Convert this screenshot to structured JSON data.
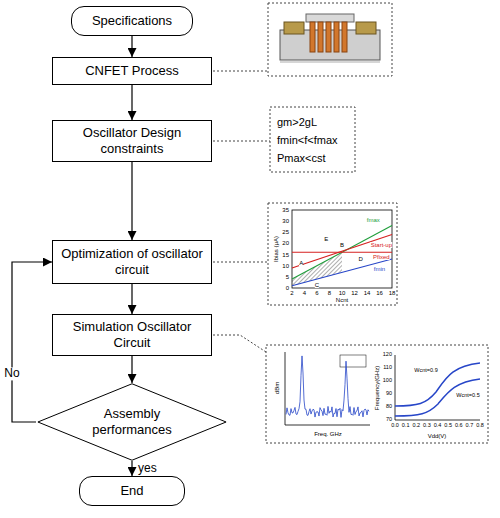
{
  "diagram": {
    "nodes": [
      {
        "text": [
          "Specifications"
        ]
      },
      {
        "text": [
          "CNFET Process"
        ]
      },
      {
        "text": [
          "Oscillator Design constraints"
        ]
      },
      {
        "text": [
          "Optimization of oscillator circuit"
        ]
      },
      {
        "text": [
          "Simulation Oscillator Circuit"
        ]
      },
      {
        "text": [
          "Assembly performances"
        ]
      },
      {
        "text": [
          "End"
        ]
      }
    ],
    "edges": [
      {
        "from": 0,
        "to": 1,
        "arrow": "to"
      },
      {
        "from": 1,
        "to": 2,
        "arrow": "to"
      },
      {
        "from": 2,
        "to": 3,
        "arrow": "to"
      },
      {
        "from": 3,
        "to": 4,
        "arrow": "to"
      },
      {
        "from": 4,
        "to": 5,
        "arrow": "to"
      },
      {
        "from": 5,
        "to": 6,
        "arrow": "to",
        "label": "yes"
      },
      {
        "from": 5,
        "to": 3,
        "arrow": "to",
        "label": "No"
      }
    ],
    "labels": [
      "gm>2gL",
      "fmin<f<fmax",
      "Pmax<cst",
      "fmax",
      "Start-up",
      "Pfixed",
      "fmin",
      "A",
      "B",
      "C",
      "D",
      "E",
      "Ibias (µA)",
      "Ncnt",
      "0",
      "5",
      "10",
      "15",
      "20",
      "25",
      "30",
      "35",
      "2",
      "4",
      "6",
      "8",
      "10",
      "12",
      "14",
      "16",
      "18",
      "dBm",
      "Freq. GHz",
      "Frequency(GHz)",
      "Vdd(V)",
      "Wcnt=0.9",
      "Wcnt=0.5",
      "70",
      "80",
      "90",
      "100",
      "110",
      "120",
      "0.0",
      "0.1",
      "0.2",
      "0.3",
      "0.4",
      "0.5",
      "0.6",
      "0.7",
      "0.8"
    ]
  }
}
